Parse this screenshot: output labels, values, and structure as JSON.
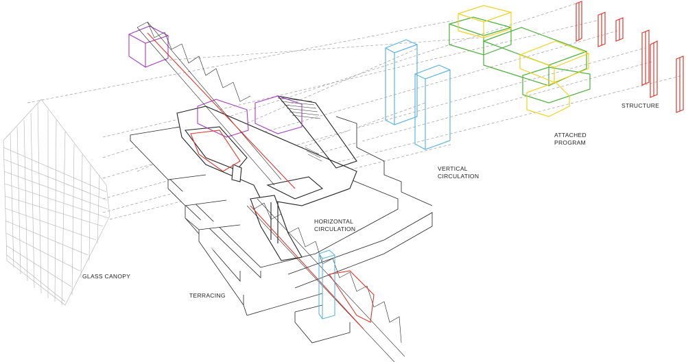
{
  "labels": {
    "glass_canopy": "GLASS CANOPY",
    "terracing": "TERRACING",
    "horizontal_circulation_1": "HORIZONTAL",
    "horizontal_circulation_2": "CIRCULATION",
    "vertical_circulation_1": "VERTICAL",
    "vertical_circulation_2": "CIRCULATION",
    "attached_program_1": "ATTACHED",
    "attached_program_2": "PROGRAM",
    "structure": "STRUCTURE"
  },
  "colors": {
    "line": "#222222",
    "dashed": "#9a9a9a",
    "circulation": "#e0352b",
    "vertical": "#5ab4e0",
    "program_green": "#4caf3a",
    "program_yellow": "#f0d21e",
    "program_purple": "#a43cc2",
    "structure": "#e0352b",
    "canopy": "#b0b0b0"
  }
}
